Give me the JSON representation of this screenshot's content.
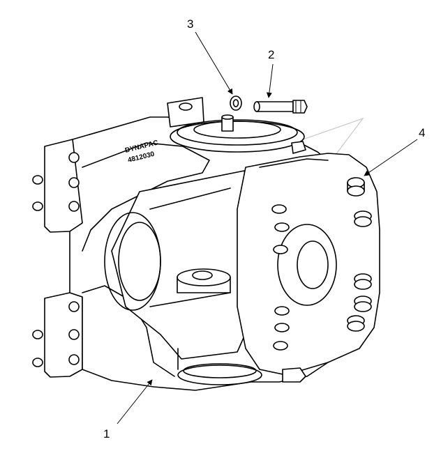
{
  "diagram": {
    "callouts": [
      {
        "id": "1",
        "label": "1"
      },
      {
        "id": "2",
        "label": "2"
      },
      {
        "id": "3",
        "label": "3"
      },
      {
        "id": "4",
        "label": "4"
      }
    ],
    "logo_text": "DYNAPAC",
    "part_number_text": "4812030"
  }
}
